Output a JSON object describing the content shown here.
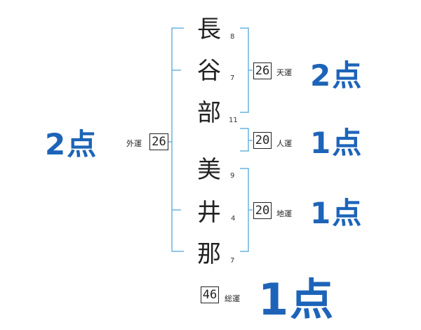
{
  "name_chars": [
    {
      "char": "長",
      "strokes": "8"
    },
    {
      "char": "谷",
      "strokes": "7"
    },
    {
      "char": "部",
      "strokes": "11"
    },
    {
      "char": "美",
      "strokes": "9"
    },
    {
      "char": "井",
      "strokes": "4"
    },
    {
      "char": "那",
      "strokes": "7"
    }
  ],
  "gaiun": {
    "label": "外運",
    "value": "26",
    "score": "2点"
  },
  "tenun": {
    "label": "天運",
    "value": "26",
    "score": "2点"
  },
  "jinun": {
    "label": "人運",
    "value": "20",
    "score": "1点"
  },
  "chiun": {
    "label": "地運",
    "value": "20",
    "score": "1点"
  },
  "souun": {
    "label": "総運",
    "value": "46",
    "score": "1点"
  },
  "colors": {
    "score": "#1d64b8",
    "bracket": "#6ab4e0",
    "text": "#222222"
  }
}
